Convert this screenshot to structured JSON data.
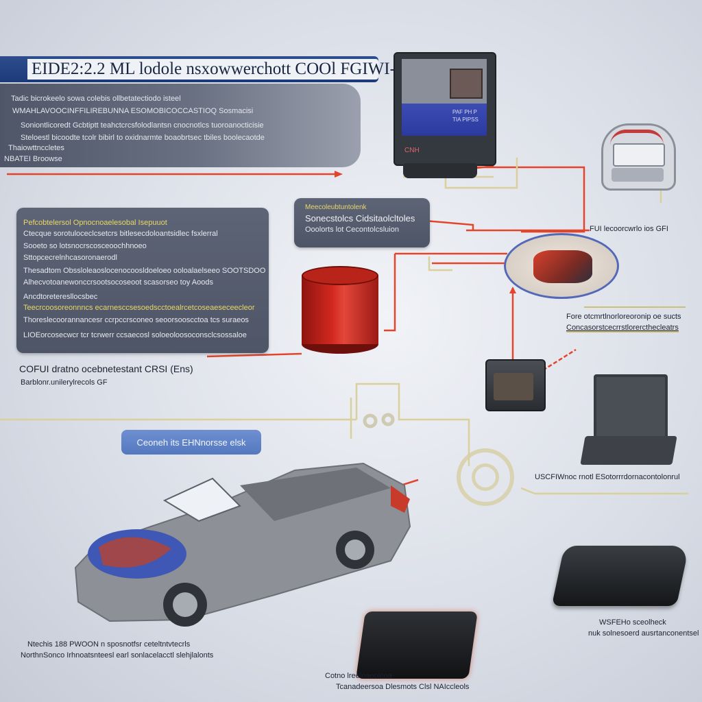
{
  "title": "EIDE2:2.2 ML lodole nsxowwerchott COOl FGIWI-",
  "top_panel": {
    "lines": [
      "Tadic bicrokeelo sowa colebis ollbetatectiodo isteel",
      "WMAHLAVOOCINFFILIREBUNNA ESOMOBICOCCASTIOQ Sosmacisi",
      "Soniontlicoredt Gcbtiptt teahctcrcsfolodlantsn cnocnotlcs tuoroanocticisie",
      "Steloestl bicoodte tcolr bibirl to oxidnarmte boaobrtsec tbiles boolecaotde",
      "Thaiowttnccletes",
      "NBATEI Broowse"
    ]
  },
  "callout": {
    "heading": "Meecoleubtuntolenk",
    "line1": "Sonecstolcs Cidsitaolcltoles",
    "line2": "Ooolorts lot Cecontolcsluion"
  },
  "mid_panel": {
    "heading": "Pefcobtelersol Opnocnoaelesobal Isepuuot",
    "lines": [
      "Ctecque sorotuloceclcsetcrs bitlesecdoloantsidlec fsxlerral",
      "Sooeto so lotsnocrscosceoochhnoeo",
      "Sttopcecrelnhcasoronaerodl",
      "Thesadtom Obssloleaoslocenocoosldoeloeo ooloalaelseeo   SOOTSDOO",
      "Alhecvotoanewonccrsootsocoseoot scasorseo toy Aoods",
      "Ancdtoreteresllocsbec",
      "Teecrcoosoreonnncs ecarnesccsesoedscctoealrcetcoseaeseceecleor",
      "Thoreslecoorannancesr ccrpccrsconeo seoorsooscctoa tcs suraeos",
      "LIOEorcosecwcr tcr tcrwerr ccsaecosl soloeoloosoconsclcsossaloe"
    ]
  },
  "captions": {
    "mid_left_1": "COFUI dratno ocebnetestant CRSI (Ens)",
    "mid_left_2": "Barblonr.unilerylrecols GF",
    "right_1": "FUI lecoorcwrlo ios GFI",
    "right_2a": "Fore otcmrtlnorloreoronip oe sucts",
    "right_2b": "Concasorstcecrrstlorercthecleatrs",
    "right_3": "USCFIWnoc rnotl ESotorrrdornacontolonrul",
    "right_4a": "WSFEHo sceolheck",
    "right_4b": "nuk solnesoerd ausrtanconentsel",
    "bottom_left_a": "Ntechis 188 PWOON n sposnotfsr ceteltntvtecrls",
    "bottom_left_b": "NorthnSonco Irhnoatsnteesl earl sonlacelacctl slehjlalonts",
    "bottom_center_a": "Cotno lreeloaoolcoa",
    "bottom_center_b": "Tcanadeersoa Dlesmots Clsl NAIccleols"
  },
  "pill": {
    "label": "Ceoneh its EHNnorsse elsk"
  },
  "monitor": {
    "label": "CNH",
    "screen_text": "PAF PH PTIA PIPSS"
  },
  "colors": {
    "banner": "#1d3a78",
    "panel": "#555c6e",
    "wire_red": "#e2452b",
    "wire_tan": "#d9d09c",
    "pill": "#5a7dc4"
  }
}
